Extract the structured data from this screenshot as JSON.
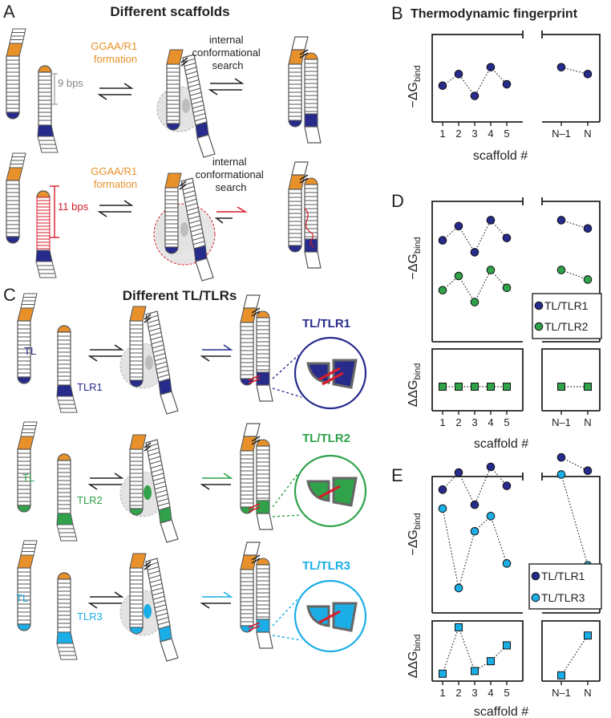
{
  "colors": {
    "orange": "#E8912B",
    "navy": "#262B8C",
    "green": "#2FA24A",
    "cyan": "#1BAEE6",
    "red": "#D71D2B",
    "gray": "#888888"
  },
  "panelA": {
    "letter": "A",
    "title": "Different scaffolds",
    "formation": [
      "GGAA/R1",
      "formation"
    ],
    "search": [
      "internal",
      "conformational",
      "search"
    ],
    "bps9": "9 bps",
    "bps11": "11 bps"
  },
  "panelB": {
    "letter": "B",
    "title": "Thermodynamic fingerprint",
    "ylabel": "−ΔG",
    "ysub": "bind",
    "xlabel": "scaffold #"
  },
  "panelC": {
    "letter": "C",
    "title": "Different TL/TLRs",
    "tl": "TL",
    "tlr1": "TLR1",
    "tlr2": "TLR2",
    "tlr3": "TLR3",
    "circle1": "TL/TLR1",
    "circle2": "TL/TLR2",
    "circle3": "TL/TLR3"
  },
  "panelD": {
    "letter": "D",
    "ylabel_top": "−ΔG",
    "ylabel_bot": "ΔΔG",
    "ysub": "bind",
    "xlabel": "scaffold #",
    "legend": [
      "TL/TLR1",
      "TL/TLR2"
    ]
  },
  "panelE": {
    "letter": "E",
    "ylabel_top": "−ΔG",
    "ylabel_bot": "ΔΔG",
    "ysub": "bind",
    "xlabel": "scaffold #",
    "legend": [
      "TL/TLR1",
      "TL/TLR3"
    ]
  },
  "chart_data": [
    {
      "panel": "B",
      "type": "scatter",
      "title": "Thermodynamic fingerprint",
      "xlabel": "scaffold #",
      "ylabel": "−ΔG bind",
      "categories": [
        "1",
        "2",
        "3",
        "4",
        "5",
        "N–1",
        "N"
      ],
      "series": [
        {
          "values": [
            0.45,
            0.62,
            0.3,
            0.72,
            0.47,
            0.72,
            0.62
          ]
        }
      ],
      "grid": false
    },
    {
      "panel": "D",
      "type": "scatter",
      "xlabel": "scaffold #",
      "ylabel": "−ΔG bind",
      "categories": [
        "1",
        "2",
        "3",
        "4",
        "5",
        "N–1",
        "N"
      ],
      "series": [
        {
          "name": "TL/TLR1",
          "values": [
            0.8,
            0.92,
            0.7,
            0.97,
            0.82,
            0.97,
            0.9
          ]
        },
        {
          "name": "TL/TLR2",
          "values": [
            0.38,
            0.5,
            0.28,
            0.55,
            0.4,
            0.55,
            0.47
          ]
        }
      ],
      "legend": "bottom-right"
    },
    {
      "panel": "D",
      "type": "scatter",
      "xlabel": "scaffold #",
      "ylabel": "ΔΔG bind",
      "categories": [
        "1",
        "2",
        "3",
        "4",
        "5",
        "N–1",
        "N"
      ],
      "series": [
        {
          "values": [
            0.5,
            0.5,
            0.5,
            0.5,
            0.5,
            0.5,
            0.5
          ]
        }
      ]
    },
    {
      "panel": "E",
      "type": "scatter",
      "xlabel": "scaffold #",
      "ylabel": "−ΔG bind",
      "categories": [
        "1",
        "2",
        "3",
        "4",
        "5",
        "N–1",
        "N"
      ],
      "series": [
        {
          "name": "TL/TLR1",
          "values": [
            0.88,
            0.97,
            0.8,
            1.0,
            0.9,
            1.05,
            0.98
          ]
        },
        {
          "name": "TL/TLR3",
          "values": [
            0.78,
            0.36,
            0.66,
            0.74,
            0.49,
            0.96,
            0.48
          ]
        }
      ],
      "legend": "bottom-right"
    },
    {
      "panel": "E",
      "type": "scatter",
      "xlabel": "scaffold #",
      "ylabel": "ΔΔG bind",
      "categories": [
        "1",
        "2",
        "3",
        "4",
        "5",
        "N–1",
        "N"
      ],
      "series": [
        {
          "values": [
            0.15,
            1.0,
            0.2,
            0.38,
            0.67,
            0.12,
            0.85
          ]
        }
      ]
    }
  ]
}
